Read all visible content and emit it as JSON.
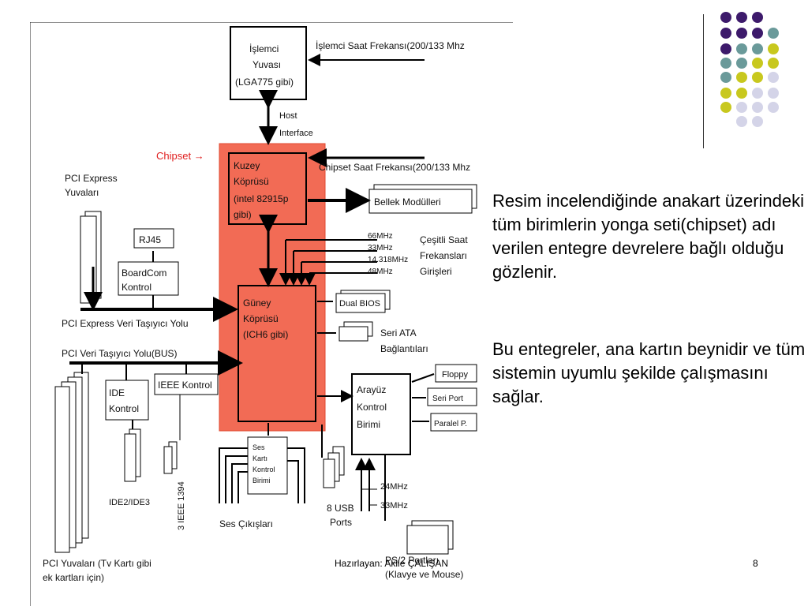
{
  "slide": {
    "paragraphs": [
      "Resim incelendiğinde anakart üzerindeki tüm birimlerin yonga seti(chipset) adı verilen entegre devrelere bağlı olduğu gözlenir.",
      "Bu entegreler, ana kartın beynidir ve tüm sistemin uyumlu şekilde çalışmasını sağlar."
    ],
    "footer_author": "Hazırlayan: Akile ÇALIŞAN",
    "page_number": "8"
  },
  "colors": {
    "purple": "#3d1a6b",
    "teal": "#6a9a9a",
    "yellow": "#c8c81e",
    "lavender": "#d4d4e8",
    "chipset_highlight": "#f26b55",
    "chipset_label": "#e02020"
  },
  "diagram": {
    "cpu_socket": [
      "İşlemci",
      "Yuvası",
      "(LGA775 gibi)"
    ],
    "cpu_clock": "İşlemci Saat Frekansı(200/133 Mhz",
    "host_interface": [
      "Host",
      "Interface"
    ],
    "chipset_label": "Chipset →",
    "north_bridge": [
      "Kuzey",
      "Köprüsü",
      "(intel 82915p",
      "gibi)"
    ],
    "chipset_clock": "Chipset Saat Frekansı(200/133 Mhz",
    "memory_modules": "Bellek Modülleri",
    "pci_express_slots": [
      "PCI Express",
      "Yuvaları"
    ],
    "rj45": "RJ45",
    "boardcom": [
      "BoardCom",
      "Kontrol"
    ],
    "freqs": [
      "66MHz",
      "33MHz",
      "14.318MHz",
      "48MHz"
    ],
    "clock_inputs": [
      "Çeşitli Saat",
      "Frekansları",
      "Girişleri"
    ],
    "south_bridge": [
      "Güney",
      "Köprüsü",
      "(ICH6 gibi)"
    ],
    "dual_bios": "Dual BIOS",
    "sata": [
      "Seri ATA",
      "Bağlantıları"
    ],
    "pci_express_bus": "PCI Express Veri Taşıyıcı Yolu",
    "pci_bus": "PCI Veri Taşıyıcı Yolu(BUS)",
    "ide_control": [
      "IDE",
      "Kontrol"
    ],
    "ieee_control": "IEEE Kontrol",
    "io_control": [
      "Arayüz",
      "Kontrol",
      "Birimi"
    ],
    "floppy": "Floppy",
    "serial_port": "Seri Port",
    "parallel_port": "Paralel P.",
    "sound_unit": [
      "Ses",
      "Kartı",
      "Kontrol",
      "Birimi"
    ],
    "ide_ports": "IDE2/IDE3",
    "ieee1394": "3 IEEE 1394",
    "usb": [
      "8 USB",
      "Ports"
    ],
    "io_freqs": [
      "24MHz",
      "33MHz"
    ],
    "sound_outputs": "Ses Çıkışları",
    "ps2": [
      "PS/2 Portları",
      "(Klavye ve Mouse)"
    ],
    "pci_slots": [
      "PCI Yuvaları (Tv Kartı gibi",
      "ek kartları için)"
    ]
  }
}
